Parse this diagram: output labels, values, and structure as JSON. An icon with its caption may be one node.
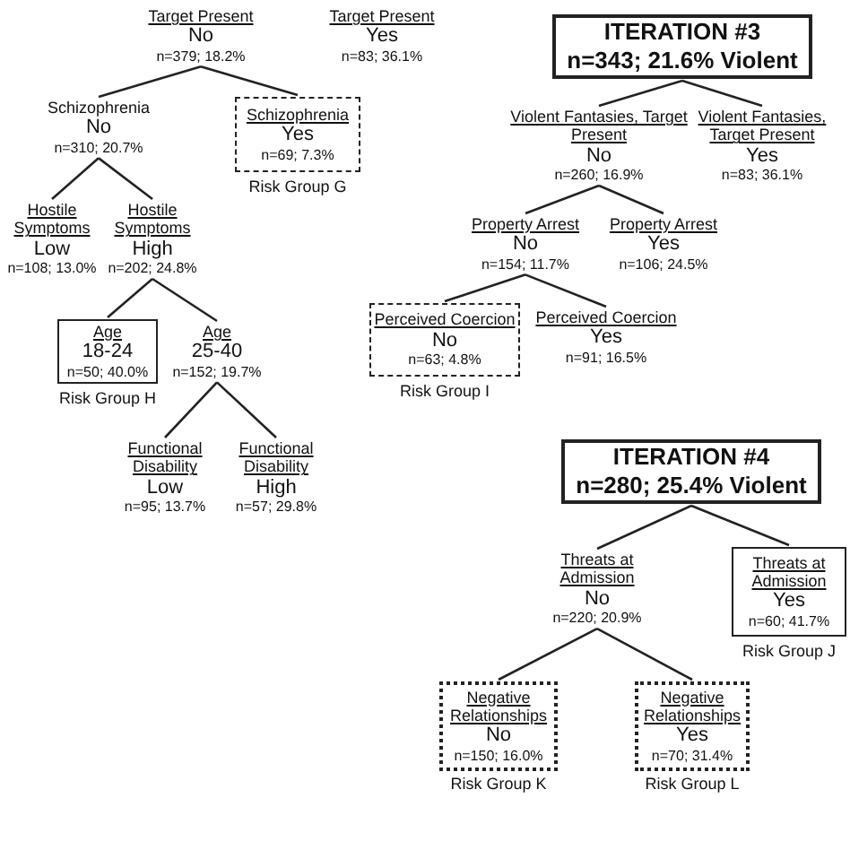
{
  "diagram": {
    "nodes": [
      {
        "text": [
          "Target Present",
          "No",
          "n=379; 18.2%"
        ]
      },
      {
        "text": [
          "Target Present",
          "Yes",
          "n=83; 36.1%"
        ]
      },
      {
        "text": [
          "ITERATION #3",
          "n=343;  21.6% Violent"
        ]
      },
      {
        "text": [
          "Schizophrenia",
          "No",
          "n=310;  20.7%"
        ]
      },
      {
        "text": [
          "Schizophrenia",
          "Yes",
          "n=69;  7.3%"
        ],
        "beside": [
          "Risk Group G"
        ]
      },
      {
        "text": [
          "Violent Fantasies, Target Present",
          "No",
          "n=260; 16.9%"
        ]
      },
      {
        "text": [
          "Violent Fantasies, Target Present",
          "Yes",
          "n=83; 36.1%"
        ]
      },
      {
        "text": [
          "Hostile Symptoms",
          "Low",
          "n=108; 13.0%"
        ]
      },
      {
        "text": [
          "Hostile Symptoms",
          "High",
          "n=202; 24.8%"
        ]
      },
      {
        "text": [
          "Property Arrest",
          "No",
          "n=154; 11.7%"
        ]
      },
      {
        "text": [
          "Property Arrest",
          "Yes",
          "n=106; 24.5%"
        ]
      },
      {
        "text": [
          "Age",
          "18-24",
          "n=50;  40.0%"
        ],
        "beside": [
          "Risk Group H"
        ]
      },
      {
        "text": [
          "Age",
          "25-40",
          "n=152; 19.7%"
        ]
      },
      {
        "text": [
          "Perceived Coercion",
          "No",
          "n=63; 4.8%"
        ],
        "beside": [
          "Risk Group I"
        ]
      },
      {
        "text": [
          "Perceived Coercion",
          "Yes",
          "n=91; 16.5%"
        ]
      },
      {
        "text": [
          "Functional Disability",
          "Low",
          "n=95;  13.7%"
        ]
      },
      {
        "text": [
          "Functional Disability",
          "High",
          "n=57; 29.8%"
        ]
      },
      {
        "text": [
          "ITERATION #4",
          "n=280;  25.4% Violent"
        ]
      },
      {
        "text": [
          "Threats at Admission",
          "No",
          "n=220;  20.9%"
        ]
      },
      {
        "text": [
          "Threats at Admission",
          "Yes",
          "n=60;  41.7%"
        ],
        "beside": [
          "Risk Group J"
        ]
      },
      {
        "text": [
          "Negative Relationships",
          "No",
          "n=150;  16.0%"
        ],
        "beside": [
          "Risk Group K"
        ]
      },
      {
        "text": [
          "Negative Relationships",
          "Yes",
          "n=70;  31.4%"
        ],
        "beside": [
          "Risk Group L"
        ]
      }
    ],
    "edges": [
      {
        "from": 0,
        "to": 3,
        "arrow": "none"
      },
      {
        "from": 0,
        "to": 4,
        "arrow": "none"
      },
      {
        "from": 2,
        "to": 5,
        "arrow": "none"
      },
      {
        "from": 2,
        "to": 6,
        "arrow": "none"
      },
      {
        "from": 3,
        "to": 7,
        "arrow": "none"
      },
      {
        "from": 3,
        "to": 8,
        "arrow": "none"
      },
      {
        "from": 5,
        "to": 9,
        "arrow": "none"
      },
      {
        "from": 5,
        "to": 10,
        "arrow": "none"
      },
      {
        "from": 8,
        "to": 11,
        "arrow": "none"
      },
      {
        "from": 8,
        "to": 12,
        "arrow": "none"
      },
      {
        "from": 9,
        "to": 13,
        "arrow": "none"
      },
      {
        "from": 9,
        "to": 14,
        "arrow": "none"
      },
      {
        "from": 12,
        "to": 15,
        "arrow": "none"
      },
      {
        "from": 12,
        "to": 16,
        "arrow": "none"
      },
      {
        "from": 17,
        "to": 18,
        "arrow": "none"
      },
      {
        "from": 17,
        "to": 19,
        "arrow": "none"
      },
      {
        "from": 18,
        "to": 20,
        "arrow": "none"
      },
      {
        "from": 18,
        "to": 21,
        "arrow": "none"
      }
    ]
  }
}
